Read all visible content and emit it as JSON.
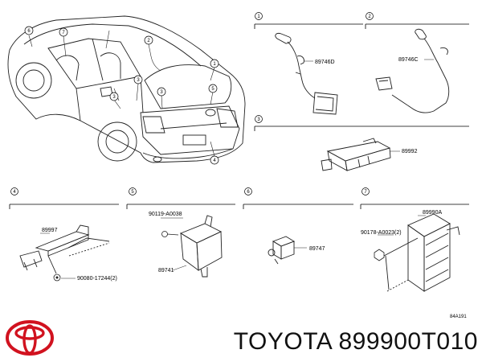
{
  "diagram": {
    "car_callouts": [
      "6",
      "7",
      "2",
      "1",
      "3",
      "3",
      "3",
      "5",
      "4"
    ],
    "sections": [
      {
        "num": "1",
        "part": "89746D"
      },
      {
        "num": "2",
        "part": "89746C"
      },
      {
        "num": "3",
        "part": "89992"
      },
      {
        "num": "4",
        "part": "89997",
        "clip": "90080-17244(2)"
      },
      {
        "num": "5",
        "part": "89741",
        "clip": "90119-A0038"
      },
      {
        "num": "6",
        "part": "89747"
      },
      {
        "num": "7",
        "part": "89990A",
        "clip": "90178-A0023(2)"
      }
    ],
    "figure_code": "84A191"
  },
  "footer": {
    "brand_text": "TOYOTA 899900T010",
    "logo": "toyota-logo-icon",
    "logo_color": "#d1121f"
  }
}
